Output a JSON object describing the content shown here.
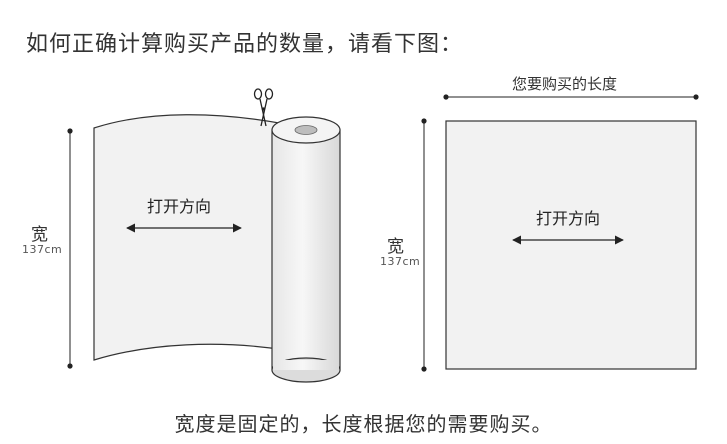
{
  "heading": "如何正确计算购买产品的数量，请看下图：",
  "footer": "宽度是固定的，长度根据您的需要购买。",
  "left": {
    "direction": "打开方向",
    "width_label": "宽",
    "width_value": "137cm",
    "icon": "scissors-icon"
  },
  "right": {
    "length_label": "您要购买的长度",
    "direction": "打开方向",
    "width_label": "宽",
    "width_value": "137cm"
  },
  "colors": {
    "fabric": "#f2f2f2",
    "line": "#222222",
    "roll_shadow": "#d9d9d9"
  }
}
